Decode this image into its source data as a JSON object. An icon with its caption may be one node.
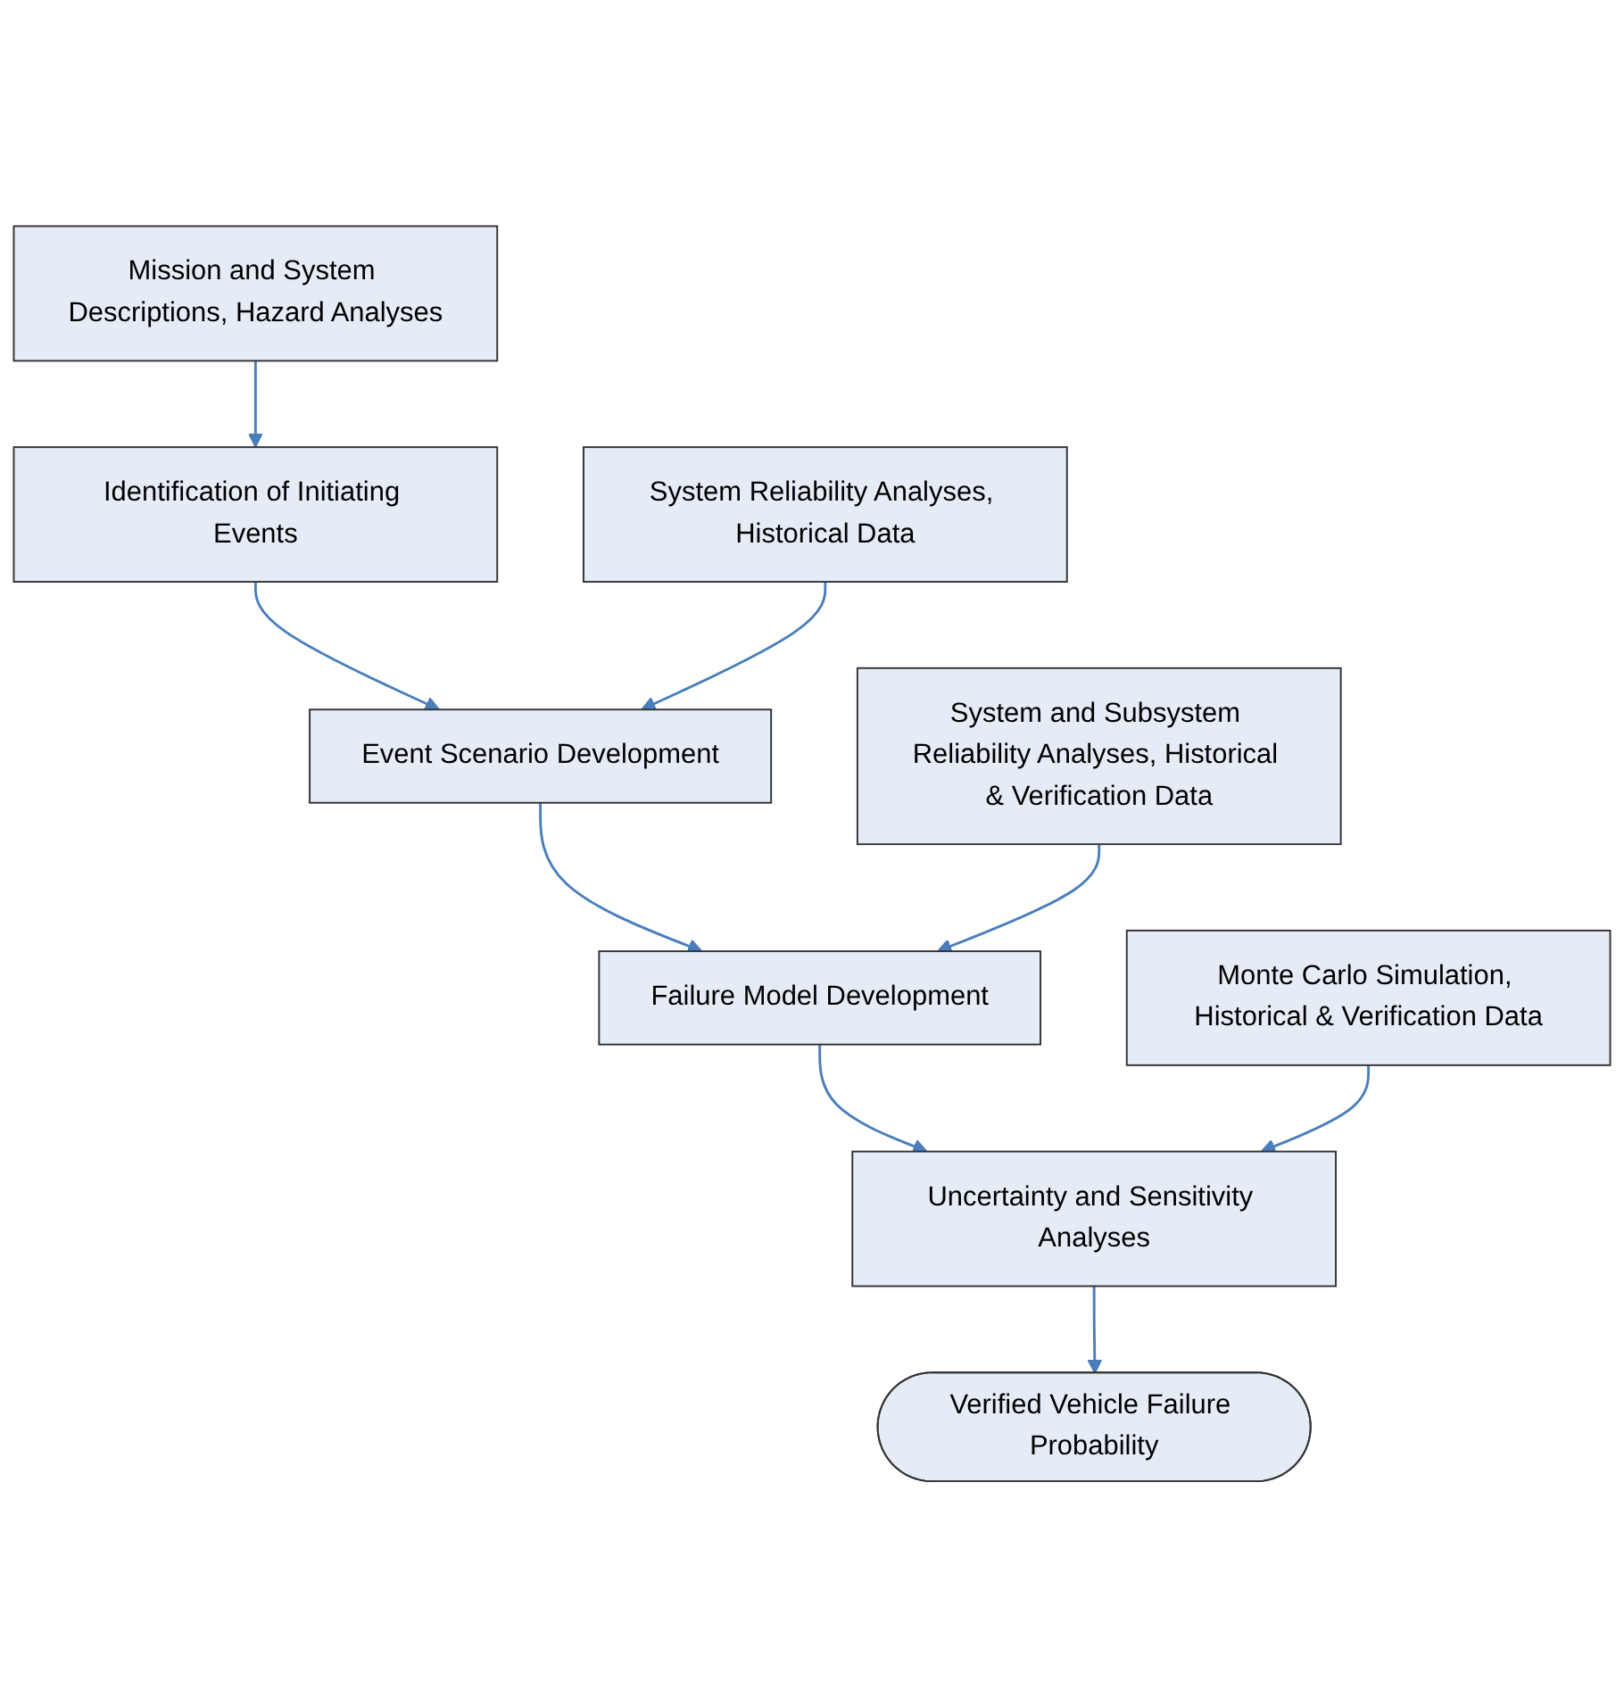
{
  "diagram": {
    "nodes": [
      {
        "text": [
          "Identification of Initiating Events"
        ]
      },
      {
        "text": [
          "Mission and System Descriptions, Hazard Analyses"
        ]
      },
      {
        "text": [
          "Event Scenario Development"
        ]
      },
      {
        "text": [
          "System Reliability Analyses, Historical Data"
        ]
      },
      {
        "text": [
          "Failure Model Development"
        ]
      },
      {
        "text": [
          "System and Subsystem Reliability Analyses, Historical & Verification Data"
        ]
      },
      {
        "text": [
          "Uncertainty and Sensitivity Analyses"
        ]
      },
      {
        "text": [
          "Monte Carlo Simulation, Historical & Verification Data"
        ]
      },
      {
        "text": [
          "Verified Vehicle Failure Probability"
        ]
      }
    ],
    "edges": [
      {
        "from": 1,
        "to": 0,
        "arrow": "to"
      },
      {
        "from": 0,
        "to": 2,
        "arrow": "to"
      },
      {
        "from": 3,
        "to": 2,
        "arrow": "to"
      },
      {
        "from": 2,
        "to": 4,
        "arrow": "to"
      },
      {
        "from": 5,
        "to": 4,
        "arrow": "to"
      },
      {
        "from": 4,
        "to": 6,
        "arrow": "to"
      },
      {
        "from": 7,
        "to": 6,
        "arrow": "to"
      },
      {
        "from": 6,
        "to": 8,
        "arrow": "to"
      }
    ]
  }
}
